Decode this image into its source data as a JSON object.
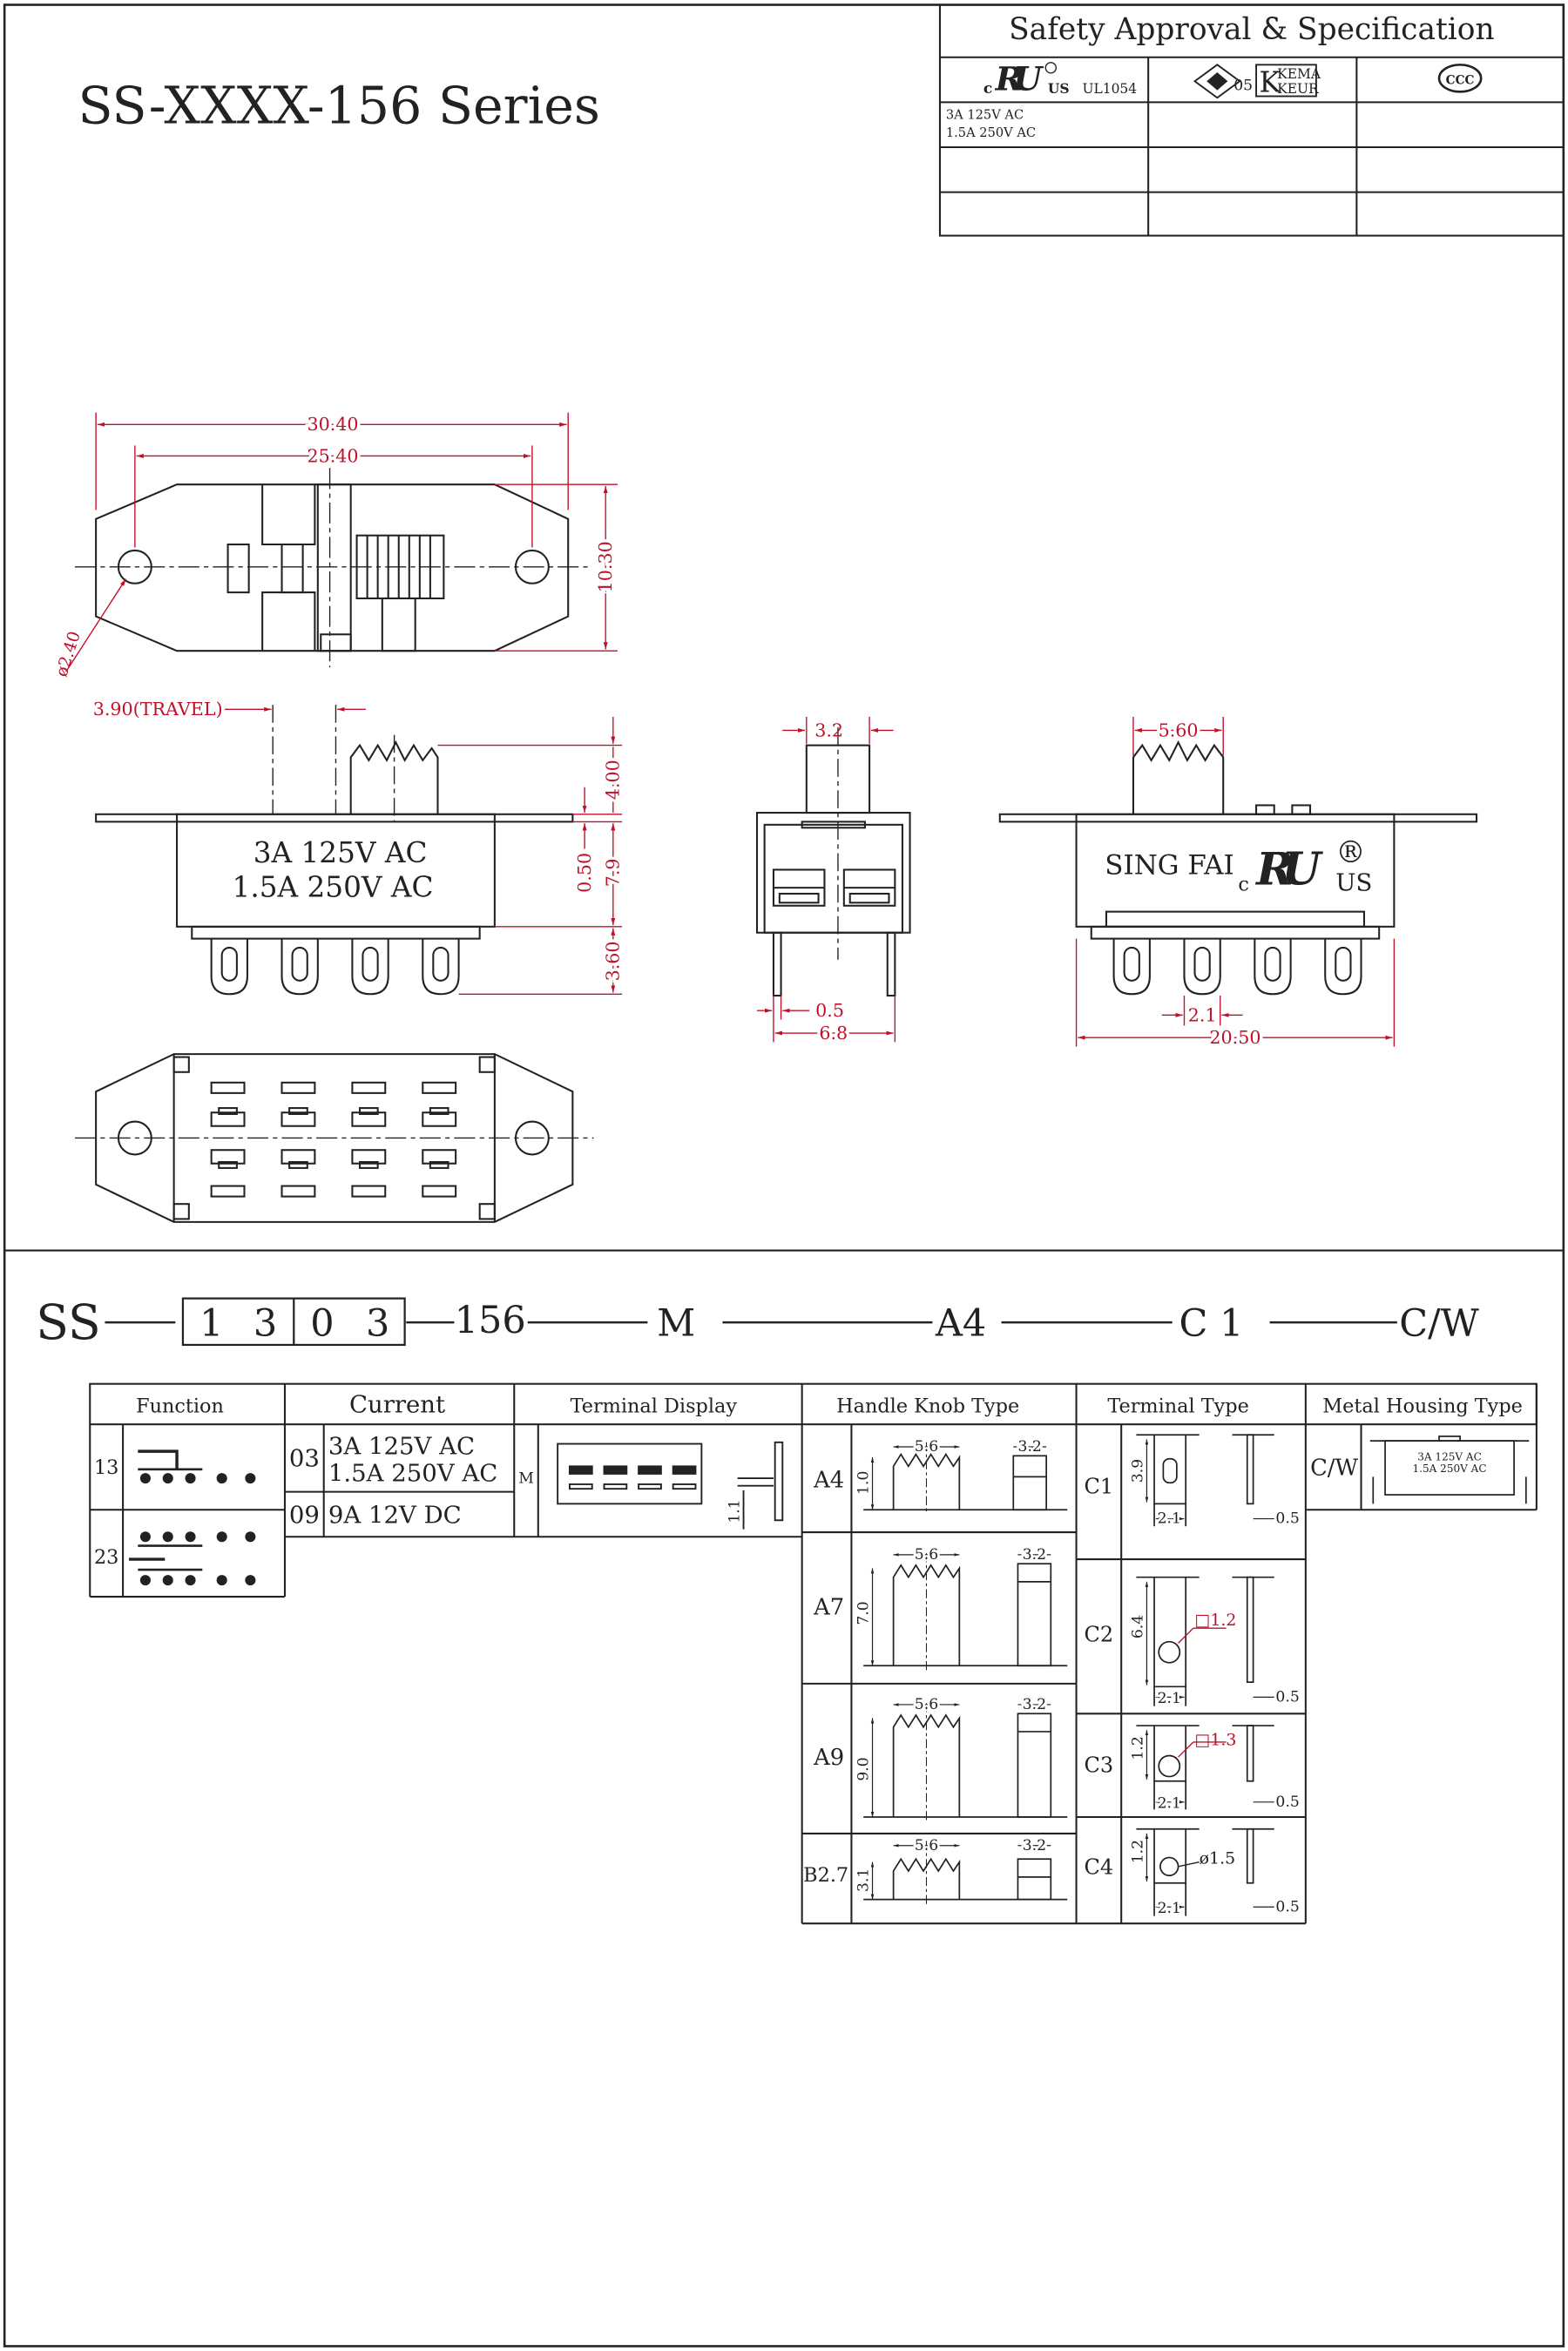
{
  "header": {
    "series_title": "SS-XXXX-156 Series",
    "approval_title": "Safety Approval & Specification",
    "ul_c": "c",
    "ul_us": "US",
    "ul_standard": "UL1054",
    "enec_number": "05",
    "kema_top": "KEMA",
    "kema_bottom": "KEUR",
    "ccc_logo": "CCC",
    "rating_line1": "3A 125V AC",
    "rating_line2": "1.5A 250V AC"
  },
  "drawing": {
    "dim_overall_length": "30.40",
    "dim_mount_pitch": "25.40",
    "dim_body_height": "10.30",
    "dim_hole_dia": "ø2.40",
    "dim_travel": "3.90(TRAVEL)",
    "dim_knob_height": "4.00",
    "dim_plate": "0.50",
    "dim_body_side": "7.9",
    "dim_pin_len": "3.60",
    "side_label_line1": "3A 125V AC",
    "side_label_line2": "1.5A 250V AC",
    "dim_end_knob": "3.2",
    "dim_end_pin": "0.5",
    "dim_end_width": "6.8",
    "dim_rear_knob": "5.60",
    "brand_text": "SING FAI",
    "brand_c": "c",
    "brand_us": "US",
    "brand_reg": "®",
    "dim_pin_pitch": "2.1",
    "dim_rear_span": "20.50"
  },
  "part_number": {
    "prefix": "SS",
    "digits": [
      "1",
      "3",
      "0",
      "3"
    ],
    "series": "156",
    "terminal_code": "M",
    "knob_code": "A4",
    "terminal_type_code": "C 1",
    "housing_code": "C/W"
  },
  "function_table": {
    "header": "Function",
    "rows": [
      {
        "code": "13"
      },
      {
        "code": "23"
      }
    ]
  },
  "current_table": {
    "header": "Current",
    "rows": [
      {
        "code": "03",
        "line1": "3A 125V AC",
        "line2": "1.5A 250V AC"
      },
      {
        "code": "09",
        "line1": "9A 12V DC",
        "line2": ""
      }
    ]
  },
  "terminal_display": {
    "header": "Terminal Display",
    "code": "M",
    "dim": "1.1"
  },
  "knob_table": {
    "header": "Handle Knob Type",
    "rows": [
      {
        "code": "A4",
        "height": "1.0",
        "width": "5.6",
        "thickness": "3.2"
      },
      {
        "code": "A7",
        "height": "7.0",
        "width": "5.6",
        "thickness": "3.2"
      },
      {
        "code": "A9",
        "height": "9.0",
        "width": "5.6",
        "thickness": "3.2"
      },
      {
        "code": "B2.7",
        "height": "3.1",
        "width": "5.6",
        "thickness": "3.2"
      }
    ]
  },
  "terminal_table": {
    "header": "Terminal Type",
    "rows": [
      {
        "code": "C1",
        "height": "3.9",
        "hole": "",
        "width": "2.1",
        "thick": "0.5"
      },
      {
        "code": "C2",
        "height": "6.4",
        "hole": "□1.2",
        "width": "2.1",
        "thick": "0.5"
      },
      {
        "code": "C3",
        "height": "1.2",
        "hole": "□1.3",
        "width": "2.1",
        "thick": "0.5"
      },
      {
        "code": "C4",
        "height": "1.2",
        "hole": "ø1.5",
        "width": "2.1",
        "thick": "0.5"
      }
    ]
  },
  "housing_table": {
    "header": "Metal Housing Type",
    "code": "C/W",
    "line1": "3A 125V AC",
    "line2": "1.5A 250V AC"
  },
  "colors": {
    "ink": "#1a1a1a",
    "dimension": "#c0102a"
  }
}
